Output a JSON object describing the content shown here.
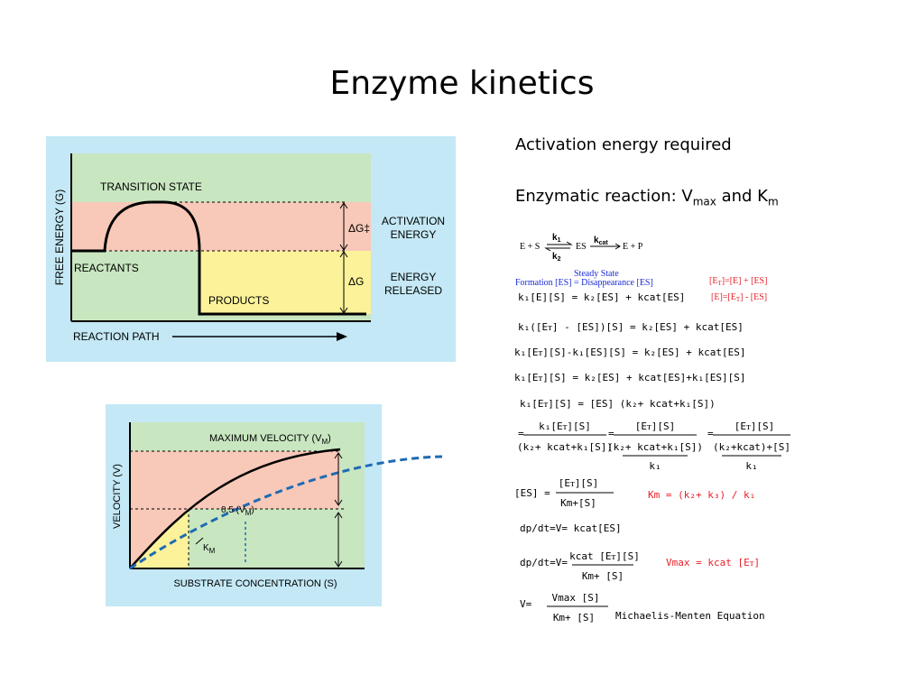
{
  "slide": {
    "title": "Enzyme kinetics"
  },
  "notes": {
    "line1": "Activation energy required",
    "line2_prefix": "Enzymatic reaction: V",
    "line2_sub1": "max",
    "line2_mid": " and K",
    "line2_sub2": "m"
  },
  "energy_diagram": {
    "y_axis": "FREE ENERGY (G)",
    "x_axis": "REACTION PATH",
    "transition_state": "TRANSITION STATE",
    "reactants": "REACTANTS",
    "products": "PRODUCTS",
    "delta_g_act": "ΔG‡",
    "delta_g": "ΔG",
    "activation_1": "ACTIVATION",
    "activation_2": "ENERGY",
    "released_1": "ENERGY",
    "released_2": "RELEASED"
  },
  "mm_plot": {
    "y_axis": "VELOCITY (V)",
    "x_axis": "SUBSTRATE CONCENTRATION (S)",
    "vmax_label": "MAXIMUM VELOCITY (V",
    "vmax_sub": "M",
    "half_label": "0.5 (V",
    "half_sub": "M",
    "km_label": "K",
    "km_sub": "M"
  },
  "equations": {
    "e1": "E + S ⇌ ES → E + P",
    "e1_k1": "k",
    "e1_k2": "k",
    "e1_kcat": "k",
    "steady": "Steady State",
    "formation": "Formation [ES] = Disappearance [ES]",
    "et1": "[E",
    "et1b": "]=[E] + [ES]",
    "et2": "[E]=[E",
    "et2b": "] - [ES]",
    "r1": "k₁[E][S] = k₂[ES] + kcat[ES]",
    "r2": "k₁([Eᴛ] - [ES])[S] = k₂[ES] + kcat[ES]",
    "r3": "k₁[Eᴛ][S]-k₁[ES][S] = k₂[ES] + kcat[ES]",
    "r4": "k₁[Eᴛ][S] = k₂[ES] + kcat[ES]+k₁[ES][S]",
    "r5": "k₁[Eᴛ][S] = [ES] (k₂+ kcat+k₁[S])",
    "f1_num": "k₁[Eᴛ][S]",
    "f1_den": "(k₂+ kcat+k₁[S])",
    "f2_num": "[Eᴛ][S]",
    "f2_den": "(k₂+ kcat+k₁[S])",
    "f2_den2": "k₁",
    "f3_num": "[Eᴛ][S]",
    "f3_den": "(k₂+kcat)+[S]",
    "f3_den2": "k₁",
    "es_lhs": "[ES]  =",
    "es_num": "[Eᴛ][S]",
    "es_den": "Km+[S]",
    "km_def": "Km = (k₂+ k₃) / k₁",
    "dp1": "dp/dt=V=  kcat[ES]",
    "dp2_lhs": "dp/dt=V=",
    "dp2_num": "kcat [Eᴛ][S]",
    "dp2_den": "Km+ [S]",
    "vmax_def": "Vmax = kcat [Eᴛ]",
    "mm_lhs": "V=",
    "mm_num": "Vmax  [S]",
    "mm_den": "Km+  [S]",
    "mm_name": "Michaelis-Menten Equation"
  },
  "colors": {
    "cyan": "#c4e8f5",
    "green": "#c8e6c0",
    "pink": "#f8c8b8",
    "yellow": "#fbf29a",
    "blue_curve": "#1e6ab4"
  }
}
